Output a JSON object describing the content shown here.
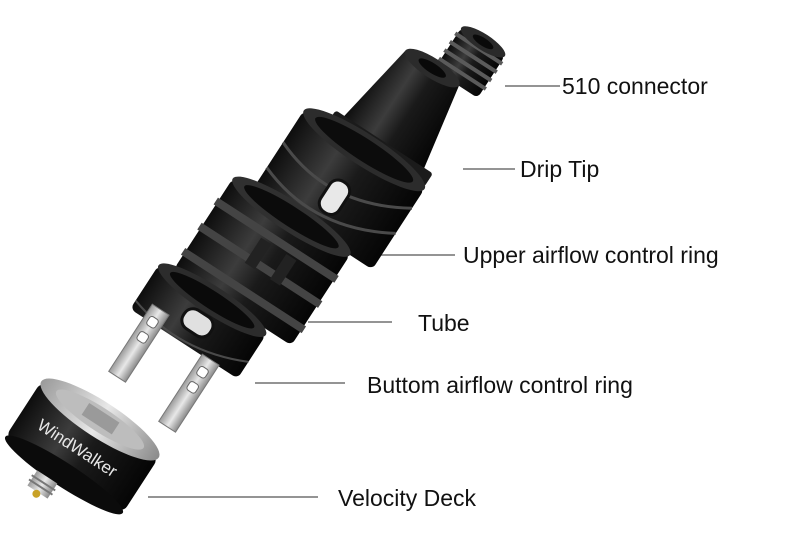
{
  "labels": {
    "connector_510": "510 connector",
    "drip_tip": "Drip Tip",
    "upper_ring": "Upper airflow control ring",
    "tube": "Tube",
    "bottom_ring": "Buttom airflow control ring",
    "velocity_deck": "Velocity Deck"
  },
  "deck_brand": "WindWalker",
  "colors": {
    "metal_dark": "#151515",
    "metal_mid": "#3a3a3a",
    "metal_light": "#8a8a8a",
    "chrome": "#d0d0d0",
    "gold": "#c9a227",
    "leader": "#555555"
  }
}
